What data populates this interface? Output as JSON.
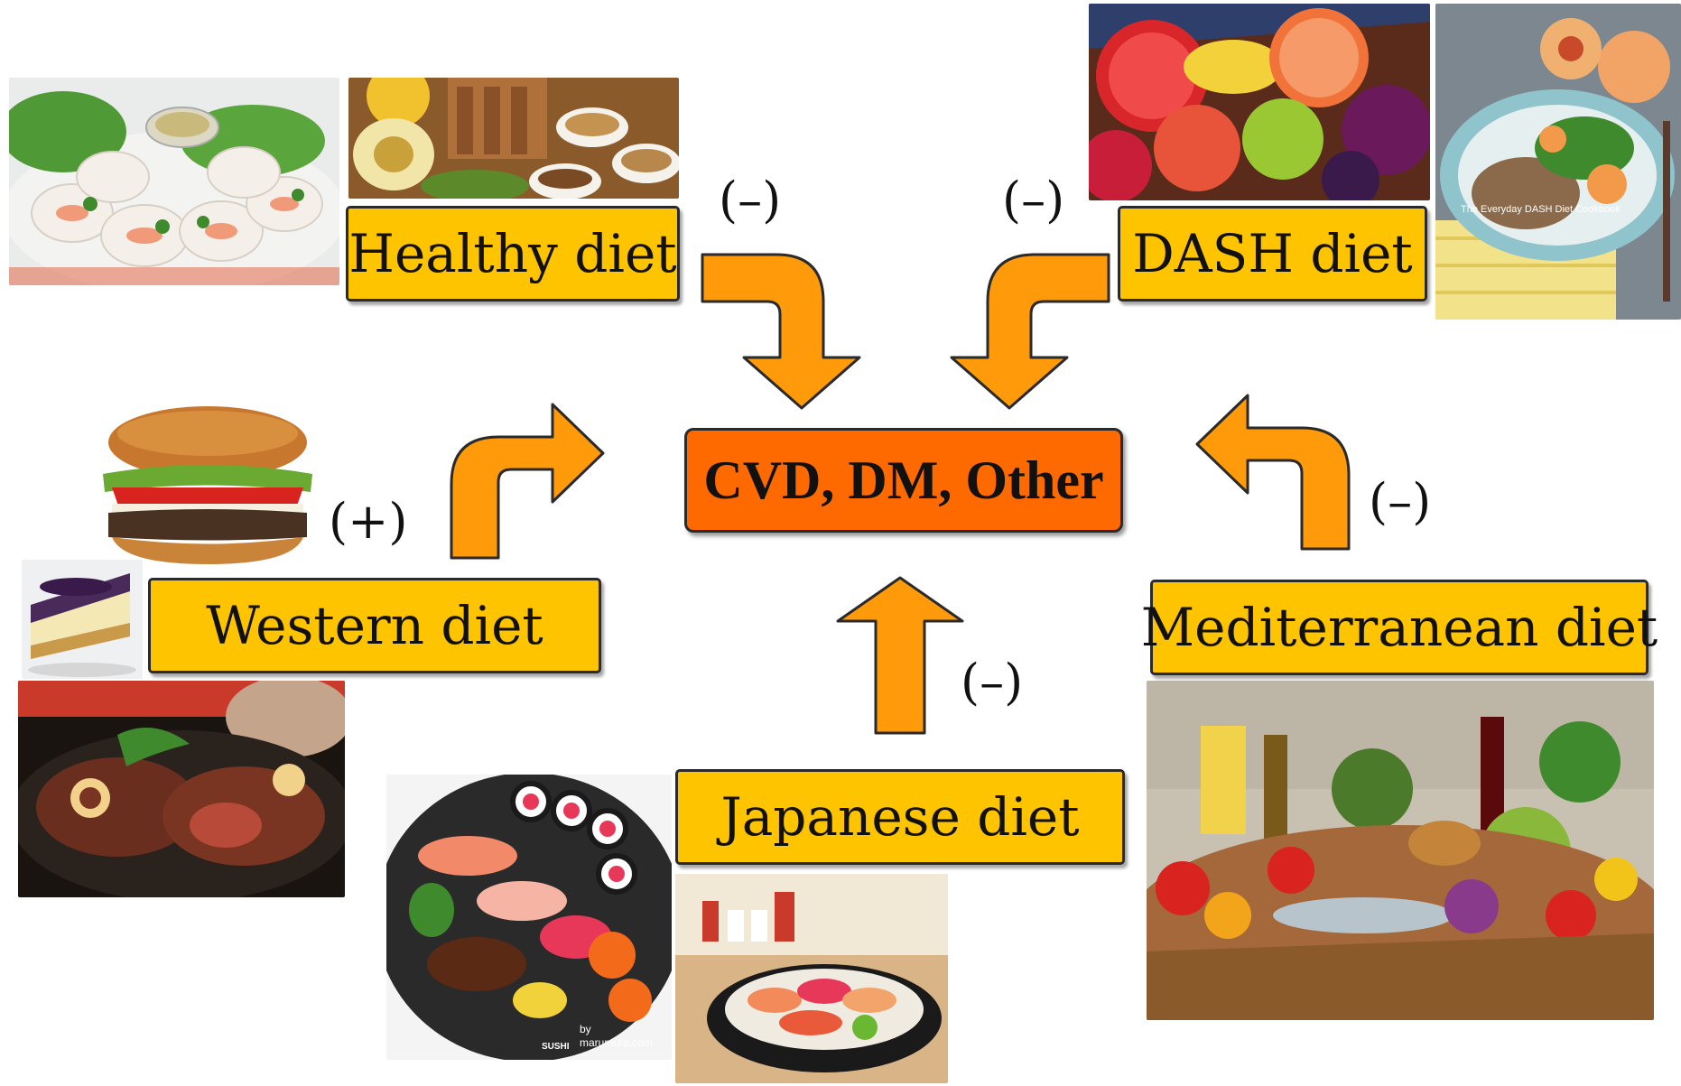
{
  "center": {
    "label": "CVD, DM, Other"
  },
  "diets": {
    "healthy": {
      "label": "Healthy diet",
      "effect": "(–)"
    },
    "dash": {
      "label": "DASH diet",
      "effect": "(–)"
    },
    "western": {
      "label": "Western diet",
      "effect": "(+)"
    },
    "mediterranean": {
      "label": "Mediterranean diet",
      "effect": "(–)"
    },
    "japanese": {
      "label": "Japanese diet",
      "effect": "(–)"
    }
  },
  "photo_captions": {
    "dash_cookbook": "The Everyday DASH Diet Cookbook",
    "sushi_logo": "SUSHI",
    "sushi_by": "by",
    "sushi_site": "marumura.com"
  },
  "colors": {
    "label_fill": "#ffc400",
    "center_fill": "#ff6a00",
    "arrow_fill": "#ff9a0a",
    "outline": "#2a2a2a"
  },
  "icons": [
    "spring-rolls-photo",
    "fruit-grain-photo",
    "fruit-pile-photo",
    "dash-plate-photo",
    "burger-photo",
    "cheesecake-photo",
    "steak-photo",
    "sushi-photo",
    "sashimi-photo",
    "mediterranean-produce-photo"
  ]
}
